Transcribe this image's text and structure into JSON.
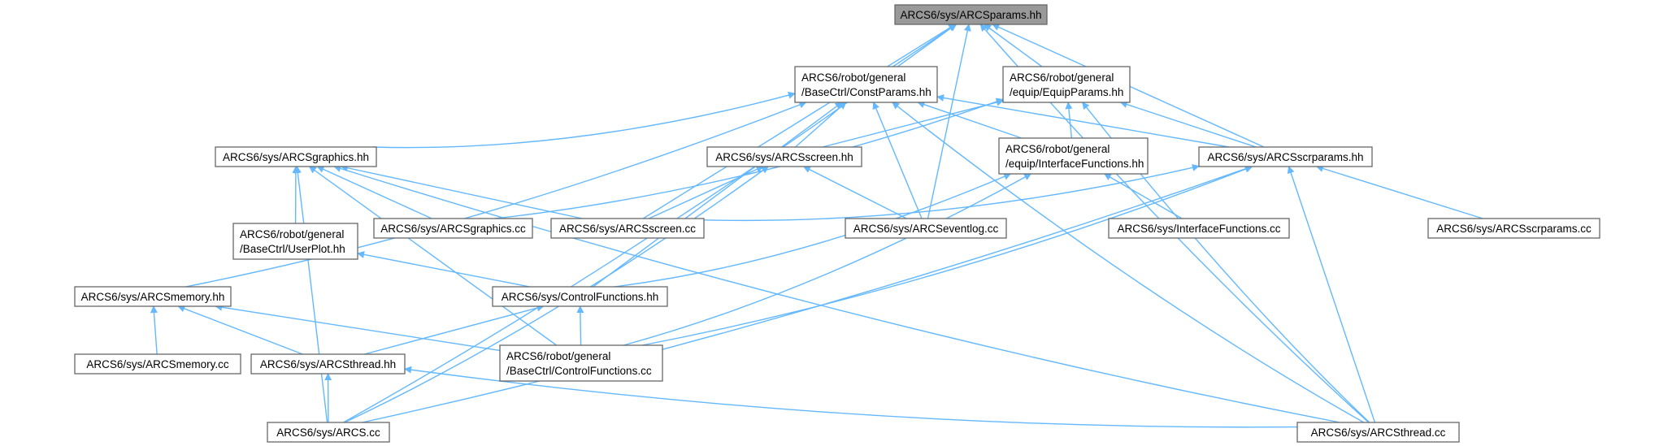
{
  "colors": {
    "edge": "#63b8ff",
    "node_border": "#666666",
    "root_fill": "#999999",
    "node_fill": "#ffffff"
  },
  "nodes": [
    {
      "id": "params",
      "lines": [
        "ARCS6/sys/ARCSparams.hh"
      ],
      "root": true
    },
    {
      "id": "constp",
      "lines": [
        "ARCS6/robot/general",
        "/BaseCtrl/ConstParams.hh"
      ]
    },
    {
      "id": "equipp",
      "lines": [
        "ARCS6/robot/general",
        "/equip/EquipParams.hh"
      ]
    },
    {
      "id": "graphh",
      "lines": [
        "ARCS6/sys/ARCSgraphics.hh"
      ]
    },
    {
      "id": "screenh",
      "lines": [
        "ARCS6/sys/ARCSscreen.hh"
      ]
    },
    {
      "id": "iffunch",
      "lines": [
        "ARCS6/robot/general",
        "/equip/InterfaceFunctions.hh"
      ]
    },
    {
      "id": "scrph",
      "lines": [
        "ARCS6/sys/ARCSscrparams.hh"
      ]
    },
    {
      "id": "userplot",
      "lines": [
        "ARCS6/robot/general",
        "/BaseCtrl/UserPlot.hh"
      ]
    },
    {
      "id": "graphcc",
      "lines": [
        "ARCS6/sys/ARCSgraphics.cc"
      ]
    },
    {
      "id": "screencc",
      "lines": [
        "ARCS6/sys/ARCSscreen.cc"
      ]
    },
    {
      "id": "eventlog",
      "lines": [
        "ARCS6/sys/ARCSeventlog.cc"
      ]
    },
    {
      "id": "iffunccc",
      "lines": [
        "ARCS6/sys/InterfaceFunctions.cc"
      ]
    },
    {
      "id": "scrpcc",
      "lines": [
        "ARCS6/sys/ARCSscrparams.cc"
      ]
    },
    {
      "id": "memh",
      "lines": [
        "ARCS6/sys/ARCSmemory.hh"
      ]
    },
    {
      "id": "ctrlfh",
      "lines": [
        "ARCS6/sys/ControlFunctions.hh"
      ]
    },
    {
      "id": "memcc",
      "lines": [
        "ARCS6/sys/ARCSmemory.cc"
      ]
    },
    {
      "id": "threadh",
      "lines": [
        "ARCS6/sys/ARCSthread.hh"
      ]
    },
    {
      "id": "ctrlfcc",
      "lines": [
        "ARCS6/robot/general",
        "/BaseCtrl/ControlFunctions.cc"
      ]
    },
    {
      "id": "arcscc",
      "lines": [
        "ARCS6/sys/ARCS.cc"
      ]
    },
    {
      "id": "threadcc",
      "lines": [
        "ARCS6/sys/ARCSthread.cc"
      ]
    }
  ],
  "edges": [
    [
      "constp",
      "params"
    ],
    [
      "equipp",
      "params"
    ],
    [
      "screencc",
      "params"
    ],
    [
      "eventlog",
      "params"
    ],
    [
      "scrph",
      "params"
    ],
    [
      "arcscc",
      "params"
    ],
    [
      "threadcc",
      "params"
    ],
    [
      "graphh",
      "constp"
    ],
    [
      "screenh",
      "constp"
    ],
    [
      "iffunch",
      "constp"
    ],
    [
      "scrph",
      "constp"
    ],
    [
      "memh",
      "constp"
    ],
    [
      "ctrlfh",
      "constp"
    ],
    [
      "eventlog",
      "constp"
    ],
    [
      "threadcc",
      "constp"
    ],
    [
      "screenh",
      "equipp"
    ],
    [
      "iffunch",
      "equipp"
    ],
    [
      "scrph",
      "equipp"
    ],
    [
      "graphcc",
      "equipp"
    ],
    [
      "threadcc",
      "equipp"
    ],
    [
      "userplot",
      "graphh"
    ],
    [
      "graphcc",
      "graphh"
    ],
    [
      "screencc",
      "graphh"
    ],
    [
      "ctrlfcc",
      "graphh"
    ],
    [
      "arcscc",
      "graphh"
    ],
    [
      "threadcc",
      "graphh"
    ],
    [
      "screencc",
      "screenh"
    ],
    [
      "eventlog",
      "screenh"
    ],
    [
      "arcscc",
      "screenh"
    ],
    [
      "iffunccc",
      "iffunch"
    ],
    [
      "ctrlfh",
      "iffunch"
    ],
    [
      "ctrlfcc",
      "iffunch"
    ],
    [
      "screencc",
      "scrph"
    ],
    [
      "scrpcc",
      "scrph"
    ],
    [
      "threadcc",
      "scrph"
    ],
    [
      "ctrlfcc",
      "scrph"
    ],
    [
      "arcscc",
      "scrph"
    ],
    [
      "ctrlfh",
      "userplot"
    ],
    [
      "memcc",
      "memh"
    ],
    [
      "threadh",
      "memh"
    ],
    [
      "ctrlfcc",
      "memh"
    ],
    [
      "ctrlfcc",
      "ctrlfh"
    ],
    [
      "threadh",
      "ctrlfh"
    ],
    [
      "arcscc",
      "threadh"
    ],
    [
      "threadcc",
      "threadh"
    ]
  ]
}
